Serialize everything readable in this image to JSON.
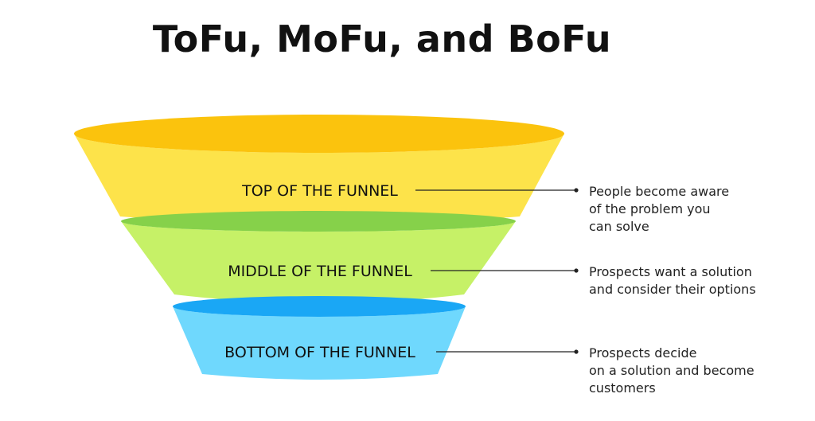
{
  "title": "ToFu, MoFu, and BoFu",
  "stages": [
    {
      "label": "TOP OF THE FUNNEL",
      "description": [
        "People become aware",
        "of the problem you",
        "can solve"
      ],
      "colors": {
        "body": "#fde34a",
        "rim": "#fbc30d"
      }
    },
    {
      "label": "MIDDLE OF THE FUNNEL",
      "description": [
        "Prospects want a solution",
        "and consider their options"
      ],
      "colors": {
        "body": "#c6f167",
        "rim": "#86d14a"
      }
    },
    {
      "label": "BOTTOM OF THE FUNNEL",
      "description": [
        "Prospects decide",
        "on a solution and become",
        "customers"
      ],
      "colors": {
        "body": "#6fd8fd",
        "rim": "#1aa7f5"
      }
    }
  ],
  "connector_color": "#222222"
}
